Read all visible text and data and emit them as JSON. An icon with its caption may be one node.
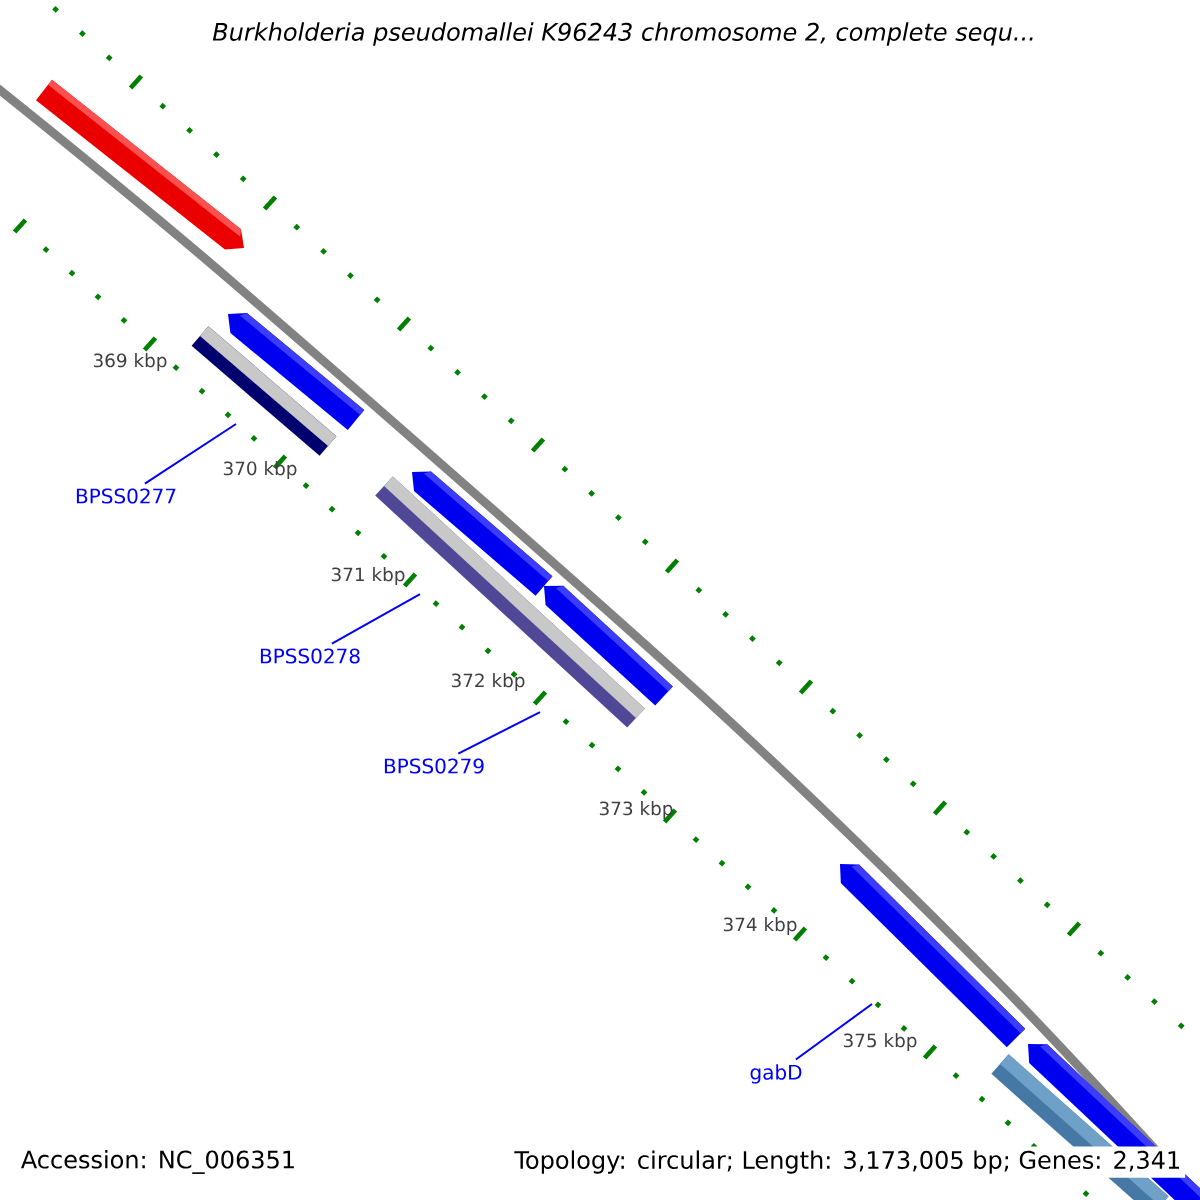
{
  "diagram": {
    "title": "*Burkholderia pseudomallei* K96243 chromosome 2, complete sequ...",
    "nodes": [
      {
        "text": [
          "BPSS0277"
        ]
      },
      {
        "text": [
          "BPSS0278"
        ]
      },
      {
        "text": [
          "BPSS0279"
        ]
      },
      {
        "text": [
          "gabD"
        ]
      }
    ],
    "edges": [
      {
        "from": 0,
        "to": null,
        "arrow": "none"
      },
      {
        "from": 1,
        "to": null,
        "arrow": "none"
      },
      {
        "from": 2,
        "to": null,
        "arrow": "none"
      },
      {
        "from": 3,
        "to": null,
        "arrow": "none"
      }
    ],
    "labels": [
      "369 kbp",
      "370 kbp",
      "371 kbp",
      "372 kbp",
      "373 kbp",
      "374 kbp",
      "375 kbp",
      "Accession: NC_006351",
      "Topology: circular; Length: 3,173,005 bp; Genes: 2,341"
    ]
  }
}
